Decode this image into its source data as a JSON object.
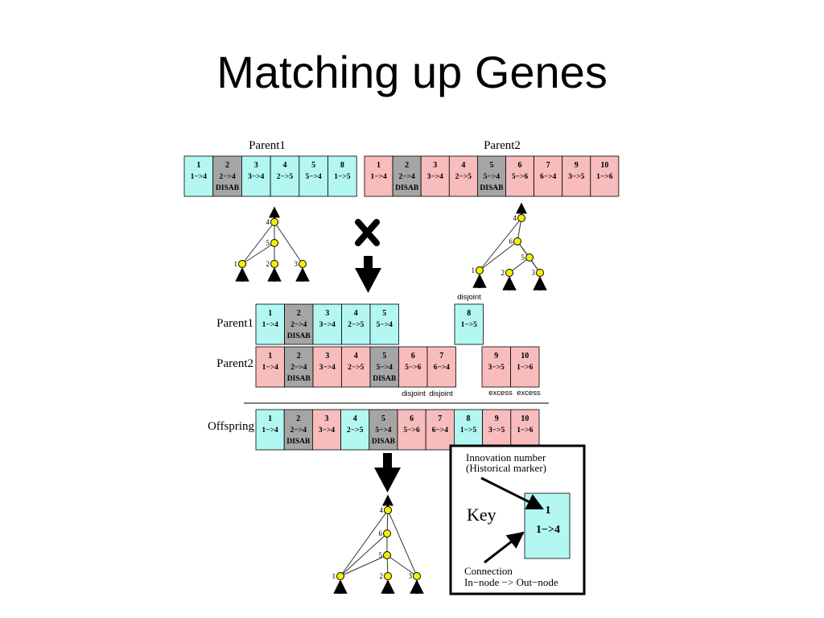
{
  "slide": {
    "title": "Matching up Genes"
  },
  "colors": {
    "parent1": "#b3f7f2",
    "parent2": "#f8bcbc",
    "disabled": "#a5a5a5",
    "node": "#f5f000",
    "line": "#000000"
  },
  "top": {
    "parent1_label": "Parent1",
    "parent2_label": "Parent2",
    "parent1_genes": [
      {
        "num": "1",
        "conn": "1−>4",
        "disabled": false
      },
      {
        "num": "2",
        "conn": "2−>4",
        "disabled": true
      },
      {
        "num": "3",
        "conn": "3−>4",
        "disabled": false
      },
      {
        "num": "4",
        "conn": "2−>5",
        "disabled": false
      },
      {
        "num": "5",
        "conn": "5−>4",
        "disabled": false
      },
      {
        "num": "8",
        "conn": "1−>5",
        "disabled": false
      }
    ],
    "parent2_genes": [
      {
        "num": "1",
        "conn": "1−>4",
        "disabled": false
      },
      {
        "num": "2",
        "conn": "2−>4",
        "disabled": true
      },
      {
        "num": "3",
        "conn": "3−>4",
        "disabled": false
      },
      {
        "num": "4",
        "conn": "2−>5",
        "disabled": false
      },
      {
        "num": "5",
        "conn": "5−>4",
        "disabled": true
      },
      {
        "num": "6",
        "conn": "5−>6",
        "disabled": false
      },
      {
        "num": "7",
        "conn": "6−>4",
        "disabled": false
      },
      {
        "num": "9",
        "conn": "3−>5",
        "disabled": false
      },
      {
        "num": "10",
        "conn": "1−>6",
        "disabled": false
      }
    ],
    "disabled_text": "DISAB"
  },
  "middle": {
    "parent1_label": "Parent1",
    "parent2_label": "Parent2",
    "offspring_label": "Offspring",
    "disjoint": "disjoint",
    "excess": "excess",
    "parent1_genes": [
      {
        "num": "1",
        "conn": "1−>4",
        "disabled": false
      },
      {
        "num": "2",
        "conn": "2−>4",
        "disabled": true
      },
      {
        "num": "3",
        "conn": "3−>4",
        "disabled": false
      },
      {
        "num": "4",
        "conn": "2−>5",
        "disabled": false
      },
      {
        "num": "5",
        "conn": "5−>4",
        "disabled": false
      },
      {
        "num": "8",
        "conn": "1−>5",
        "disabled": false
      }
    ],
    "parent2_genes": [
      {
        "num": "1",
        "conn": "1−>4",
        "disabled": false
      },
      {
        "num": "2",
        "conn": "2−>4",
        "disabled": true
      },
      {
        "num": "3",
        "conn": "3−>4",
        "disabled": false
      },
      {
        "num": "4",
        "conn": "2−>5",
        "disabled": false
      },
      {
        "num": "5",
        "conn": "5−>4",
        "disabled": true
      },
      {
        "num": "6",
        "conn": "5−>6",
        "disabled": false
      },
      {
        "num": "7",
        "conn": "6−>4",
        "disabled": false
      },
      {
        "num": "9",
        "conn": "3−>5",
        "disabled": false
      },
      {
        "num": "10",
        "conn": "1−>6",
        "disabled": false
      }
    ],
    "offspring_genes": [
      {
        "num": "1",
        "conn": "1−>4",
        "disabled": false,
        "source": "parent1"
      },
      {
        "num": "2",
        "conn": "2−>4",
        "disabled": true,
        "source": "parent1"
      },
      {
        "num": "3",
        "conn": "3−>4",
        "disabled": false,
        "source": "parent2"
      },
      {
        "num": "4",
        "conn": "2−>5",
        "disabled": false,
        "source": "parent1"
      },
      {
        "num": "5",
        "conn": "5−>4",
        "disabled": true,
        "source": "parent1"
      },
      {
        "num": "6",
        "conn": "5−>6",
        "disabled": false,
        "source": "parent2"
      },
      {
        "num": "7",
        "conn": "6−>4",
        "disabled": false,
        "source": "parent2"
      },
      {
        "num": "8",
        "conn": "1−>5",
        "disabled": false,
        "source": "parent1"
      },
      {
        "num": "9",
        "conn": "3−>5",
        "disabled": false,
        "source": "parent2"
      },
      {
        "num": "10",
        "conn": "1−>6",
        "disabled": false,
        "source": "parent2"
      }
    ]
  },
  "key": {
    "innovation_line1": "Innovation number",
    "innovation_line2": "(Historical marker)",
    "key_label": "Key",
    "sample_num": "1",
    "sample_conn": "1−>4",
    "connection_line1": "Connection",
    "connection_line2": "In−node −> Out−node"
  },
  "networks": {
    "parent1": [
      "1",
      "2",
      "3",
      "4",
      "5"
    ],
    "parent2": [
      "1",
      "2",
      "3",
      "4",
      "5",
      "6"
    ],
    "offspring": [
      "1",
      "2",
      "3",
      "4",
      "5",
      "6"
    ]
  }
}
